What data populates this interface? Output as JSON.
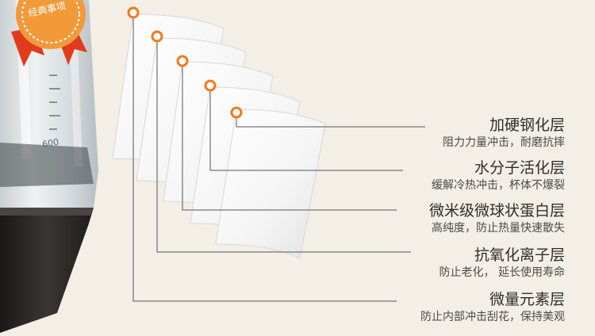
{
  "badge": {
    "text": "经典事项"
  },
  "jar": {
    "scale_mark": "600"
  },
  "layers": [
    {
      "title": "加硬钢化层",
      "subtitle": "阻力力量冲击，耐磨抗摔"
    },
    {
      "title": "水分子活化层",
      "subtitle": "缓解冷热冲击，杯体不爆裂"
    },
    {
      "title": "微米级微球状蛋白层",
      "subtitle": "高纯度，防止热量快速散失"
    },
    {
      "title": "抗氧化离子层",
      "subtitle": "防止老化， 延长使用寿命"
    },
    {
      "title": "微量元素层",
      "subtitle": "防止内部冲击刮花，保持美观"
    }
  ],
  "colors": {
    "background": "#f3eee6",
    "marker": "#f07a1a",
    "badge_red": "#e23b1c",
    "badge_orange": "#f29a3a",
    "line": "#555555",
    "jar_base": "#2a2726"
  },
  "icons": {
    "marker": "orange-ring-marker-icon"
  }
}
